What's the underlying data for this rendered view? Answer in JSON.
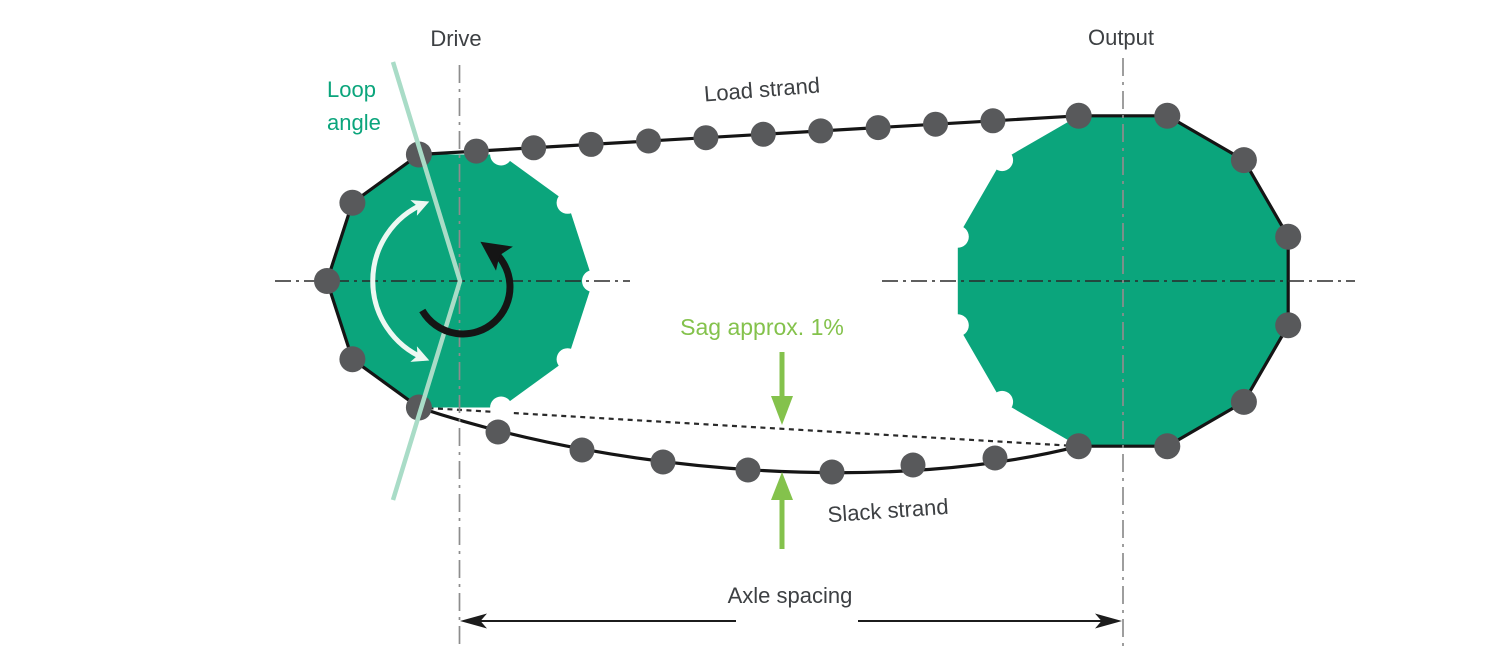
{
  "diagram": {
    "labels": {
      "drive": "Drive",
      "output": "Output",
      "load_strand": "Load strand",
      "slack_strand": "Slack strand",
      "loop_angle_line1": "Loop",
      "loop_angle_line2": "angle",
      "sag": "Sag approx. 1%",
      "axle_spacing": "Axle spacing"
    },
    "colors": {
      "sprocket_green": "#0ba57c",
      "loop_angle_text_teal": "#0ba57c",
      "guide_line_pale_green": "#a9dcc7",
      "sag_green": "#84c24c",
      "label_gray": "#3d4043",
      "roller_gray": "#58595b",
      "chain_black": "#151515",
      "centerline_gray": "#8d8d8d",
      "loop_arc_white": "#edf8f2"
    },
    "sprockets": [
      {
        "name": "drive-sprocket",
        "label": "Drive",
        "sides_shown": 10,
        "rotation_direction": "counterclockwise"
      },
      {
        "name": "output-sprocket",
        "label": "Output",
        "sides_shown": 12
      }
    ],
    "annotations": {
      "sag_note": "Sag approx. 1%",
      "dimension": "Axle spacing"
    }
  }
}
